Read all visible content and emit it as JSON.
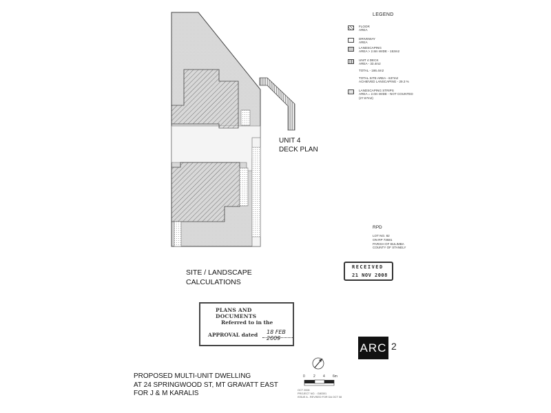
{
  "legend": {
    "title": "LEGEND",
    "items": [
      {
        "text": "FLOOR\nAREA",
        "pattern": "diag"
      },
      {
        "text": "DRIVEWAY\nAREA",
        "pattern": "blank"
      },
      {
        "text": "LANDSCAPING\nAREA > 2.8m WIDE - 153m2",
        "pattern": "dense"
      },
      {
        "text": "UNIT 4 DECK\nAREA - 33.4m2",
        "pattern": "vert"
      },
      {
        "text": "TOTAL - 186.4m2",
        "pattern": "none"
      },
      {
        "text": "TOTAL SITE AREA - 637m2\nACHIEVED LANSCAPING - 29.3 %",
        "pattern": "none"
      },
      {
        "text": "LANDSCAPING STRIPS\nAREA = 2.0m WIDE - NOT COUNTED\n(27.67m2)",
        "pattern": "dots"
      }
    ]
  },
  "unit4_label": {
    "line1": "UNIT 4",
    "line2": "DECK PLAN"
  },
  "rpd": {
    "title": "RPD",
    "lines": [
      "LOT NO. 82",
      "ON RP 73681",
      "PARISH OF BULIMBA",
      "COUNTY OF STANELY"
    ]
  },
  "site_calc": {
    "line1": "SITE / LANDSCAPE",
    "line2": "CALCULATIONS"
  },
  "received_stamp": {
    "word": "RECEIVED",
    "date": "21 NOV 2008"
  },
  "plans_stamp": {
    "line1": "PLANS AND DOCUMENTS",
    "line2": "Referred to in the",
    "line3": "APPROVAL dated",
    "date": "18 FEB 2009"
  },
  "logo": {
    "text": "ARC",
    "number": "2"
  },
  "scale": {
    "labels": [
      "0",
      "2",
      "4",
      "6m"
    ]
  },
  "project": {
    "line1": "PROPOSED MULTI-UNIT DWELLING",
    "line2": "AT 24 SPRINGWOOD ST, MT GRAVATT EAST",
    "line3": "FOR J & M KARALIS"
  },
  "info": {
    "date": "OCT 2008",
    "project_no": "PROJECT NO. : G80301",
    "issue": "ISSUE A  -  REVISED FOR DA OCT 08"
  },
  "colors": {
    "line": "#333333",
    "hatch": "#555555",
    "background": "#ffffff"
  }
}
